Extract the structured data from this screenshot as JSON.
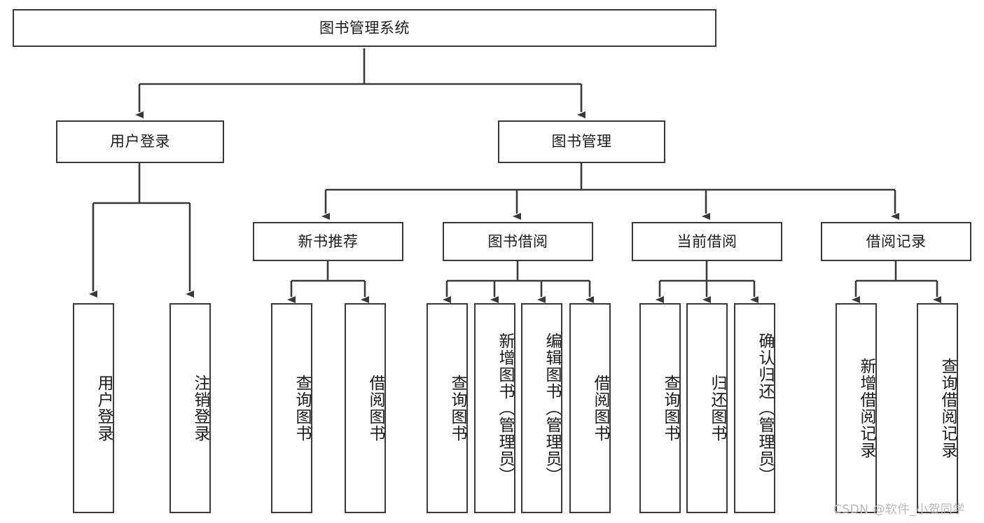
{
  "diagram": {
    "type": "tree-hierarchy-chart",
    "title_text": "图书管理系统",
    "stroke_color": "#3a3a3a",
    "fill_color": "#ffffff",
    "text_color": "#1b1b1b",
    "watermark": "CSDN @软件_小贺同学"
  },
  "nodes": {
    "root": {
      "label": "图书管理系统"
    },
    "level1": [
      {
        "id": "user-login",
        "label": "用户登录"
      },
      {
        "id": "book-management",
        "label": "图书管理"
      }
    ],
    "level2": [
      {
        "id": "new-book-recommend",
        "label": "新书推荐"
      },
      {
        "id": "book-borrow",
        "label": "图书借阅"
      },
      {
        "id": "current-borrow",
        "label": "当前借阅"
      },
      {
        "id": "borrow-record",
        "label": "借阅记录"
      }
    ],
    "leaves": {
      "user_login": [
        {
          "id": "leaf-user-login",
          "label": "用户登录"
        },
        {
          "id": "leaf-logout-login",
          "label": "注销登录"
        }
      ],
      "new_book_recommend": [
        {
          "id": "leaf-query-book-1",
          "label": "查询图书"
        },
        {
          "id": "leaf-borrow-book-1",
          "label": "借阅图书"
        }
      ],
      "book_borrow": [
        {
          "id": "leaf-query-book-2",
          "label": "查询图书"
        },
        {
          "id": "leaf-add-book",
          "label": "新增图书（管理员）"
        },
        {
          "id": "leaf-edit-book",
          "label": "编辑图书（管理员）"
        },
        {
          "id": "leaf-borrow-book-2",
          "label": "借阅图书"
        }
      ],
      "current_borrow": [
        {
          "id": "leaf-query-book-3",
          "label": "查询图书"
        },
        {
          "id": "leaf-return-book",
          "label": "归还图书"
        },
        {
          "id": "leaf-confirm-return",
          "label": "确认归还（管理员）"
        }
      ],
      "borrow_record": [
        {
          "id": "leaf-add-record",
          "label": "新增借阅记录"
        },
        {
          "id": "leaf-query-record",
          "label": "查询借阅记录"
        }
      ]
    }
  }
}
